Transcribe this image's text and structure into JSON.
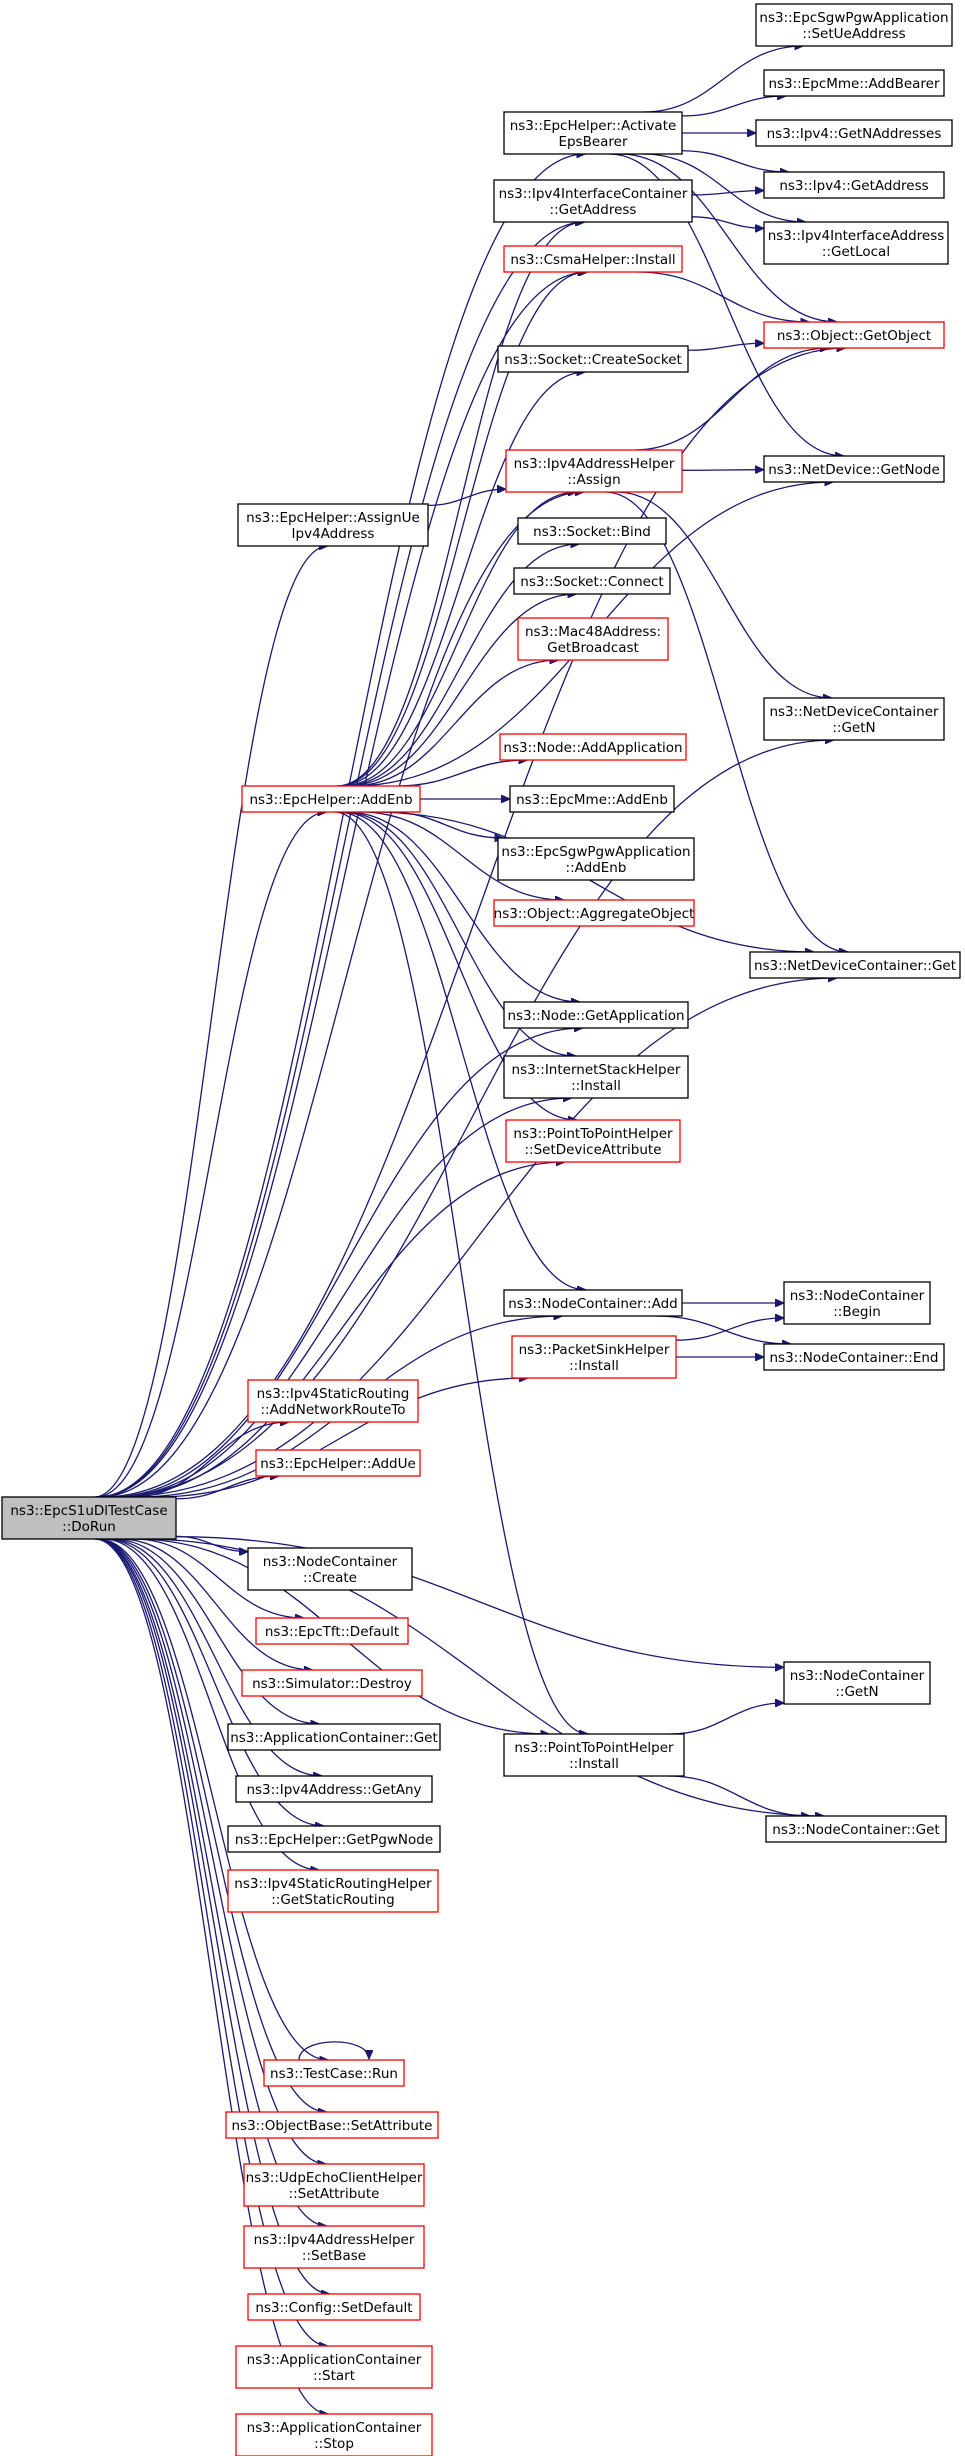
{
  "colors": {
    "edge": "#191970",
    "box_border_normal": "#000000",
    "box_border_red": "#ff0000",
    "root_fill": "#bfbfbf",
    "box_fill": "#ffffff"
  },
  "nodes": [
    {
      "id": "root",
      "lines": [
        "ns3::EpcS1uDlTestCase",
        "::DoRun"
      ],
      "style": "root"
    },
    {
      "id": "activate",
      "lines": [
        "ns3::EpcHelper::Activate",
        "EpsBearer"
      ],
      "style": "normal"
    },
    {
      "id": "setue",
      "lines": [
        "ns3::EpcSgwPgwApplication",
        "::SetUeAddress"
      ],
      "style": "normal"
    },
    {
      "id": "addbearer",
      "lines": [
        "ns3::EpcMme::AddBearer"
      ],
      "style": "normal"
    },
    {
      "id": "getnaddr",
      "lines": [
        "ns3::Ipv4::GetNAddresses"
      ],
      "style": "normal"
    },
    {
      "id": "ipv4getaddr",
      "lines": [
        "ns3::Ipv4::GetAddress"
      ],
      "style": "normal"
    },
    {
      "id": "ifcgetaddr",
      "lines": [
        "ns3::Ipv4InterfaceContainer",
        "::GetAddress"
      ],
      "style": "normal"
    },
    {
      "id": "getlocal",
      "lines": [
        "ns3::Ipv4InterfaceAddress",
        "::GetLocal"
      ],
      "style": "normal"
    },
    {
      "id": "csma",
      "lines": [
        "ns3::CsmaHelper::Install"
      ],
      "style": "red"
    },
    {
      "id": "getobject",
      "lines": [
        "ns3::Object::GetObject"
      ],
      "style": "red"
    },
    {
      "id": "createsocket",
      "lines": [
        "ns3::Socket::CreateSocket"
      ],
      "style": "normal"
    },
    {
      "id": "assign",
      "lines": [
        "ns3::Ipv4AddressHelper",
        "::Assign"
      ],
      "style": "red"
    },
    {
      "id": "getnode",
      "lines": [
        "ns3::NetDevice::GetNode"
      ],
      "style": "normal"
    },
    {
      "id": "assignue",
      "lines": [
        "ns3::EpcHelper::AssignUe",
        "Ipv4Address"
      ],
      "style": "normal"
    },
    {
      "id": "bind",
      "lines": [
        "ns3::Socket::Bind"
      ],
      "style": "normal"
    },
    {
      "id": "connect",
      "lines": [
        "ns3::Socket::Connect"
      ],
      "style": "normal"
    },
    {
      "id": "broadcast",
      "lines": [
        "ns3::Mac48Address:",
        "GetBroadcast"
      ],
      "style": "red"
    },
    {
      "id": "ndcgetn",
      "lines": [
        "ns3::NetDeviceContainer",
        "::GetN"
      ],
      "style": "normal"
    },
    {
      "id": "addapp",
      "lines": [
        "ns3::Node::AddApplication"
      ],
      "style": "red"
    },
    {
      "id": "addenb",
      "lines": [
        "ns3::EpcHelper::AddEnb"
      ],
      "style": "red"
    },
    {
      "id": "mmeaddenb",
      "lines": [
        "ns3::EpcMme::AddEnb"
      ],
      "style": "normal"
    },
    {
      "id": "sgwaddenb",
      "lines": [
        "ns3::EpcSgwPgwApplication",
        "::AddEnb"
      ],
      "style": "normal"
    },
    {
      "id": "aggregate",
      "lines": [
        "ns3::Object::AggregateObject"
      ],
      "style": "red"
    },
    {
      "id": "ndcget",
      "lines": [
        "ns3::NetDeviceContainer::Get"
      ],
      "style": "normal"
    },
    {
      "id": "getapp",
      "lines": [
        "ns3::Node::GetApplication"
      ],
      "style": "normal"
    },
    {
      "id": "stack",
      "lines": [
        "ns3::InternetStackHelper",
        "::Install"
      ],
      "style": "normal"
    },
    {
      "id": "p2pattr",
      "lines": [
        "ns3::PointToPointHelper",
        "::SetDeviceAttribute"
      ],
      "style": "red"
    },
    {
      "id": "ncadd",
      "lines": [
        "ns3::NodeContainer::Add"
      ],
      "style": "normal"
    },
    {
      "id": "ncbegin",
      "lines": [
        "ns3::NodeContainer",
        "::Begin"
      ],
      "style": "normal"
    },
    {
      "id": "sink",
      "lines": [
        "ns3::PacketSinkHelper",
        "::Install"
      ],
      "style": "red"
    },
    {
      "id": "ncend",
      "lines": [
        "ns3::NodeContainer::End"
      ],
      "style": "normal"
    },
    {
      "id": "addnet",
      "lines": [
        "ns3::Ipv4StaticRouting",
        "::AddNetworkRouteTo"
      ],
      "style": "red"
    },
    {
      "id": "addue",
      "lines": [
        "ns3::EpcHelper::AddUe"
      ],
      "style": "red"
    },
    {
      "id": "nccreate",
      "lines": [
        "ns3::NodeContainer",
        "::Create"
      ],
      "style": "normal"
    },
    {
      "id": "tftdefault",
      "lines": [
        "ns3::EpcTft::Default"
      ],
      "style": "red"
    },
    {
      "id": "destroy",
      "lines": [
        "ns3::Simulator::Destroy"
      ],
      "style": "red"
    },
    {
      "id": "ncgetn",
      "lines": [
        "ns3::NodeContainer",
        "::GetN"
      ],
      "style": "normal"
    },
    {
      "id": "acget",
      "lines": [
        "ns3::ApplicationContainer::Get"
      ],
      "style": "normal"
    },
    {
      "id": "p2pinstall",
      "lines": [
        "ns3::PointToPointHelper",
        "::Install"
      ],
      "style": "normal"
    },
    {
      "id": "getany",
      "lines": [
        "ns3::Ipv4Address::GetAny"
      ],
      "style": "normal"
    },
    {
      "id": "pgwnode",
      "lines": [
        "ns3::EpcHelper::GetPgwNode"
      ],
      "style": "normal"
    },
    {
      "id": "ncget",
      "lines": [
        "ns3::NodeContainer::Get"
      ],
      "style": "normal"
    },
    {
      "id": "staticrouting",
      "lines": [
        "ns3::Ipv4StaticRoutingHelper",
        "::GetStaticRouting"
      ],
      "style": "red"
    },
    {
      "id": "run",
      "lines": [
        "ns3::TestCase::Run"
      ],
      "style": "red"
    },
    {
      "id": "setattr",
      "lines": [
        "ns3::ObjectBase::SetAttribute"
      ],
      "style": "red"
    },
    {
      "id": "udpattr",
      "lines": [
        "ns3::UdpEchoClientHelper",
        "::SetAttribute"
      ],
      "style": "red"
    },
    {
      "id": "setbase",
      "lines": [
        "ns3::Ipv4AddressHelper",
        "::SetBase"
      ],
      "style": "red"
    },
    {
      "id": "setdefault",
      "lines": [
        "ns3::Config::SetDefault"
      ],
      "style": "red"
    },
    {
      "id": "acstart",
      "lines": [
        "ns3::ApplicationContainer",
        "::Start"
      ],
      "style": "red"
    },
    {
      "id": "acstop",
      "lines": [
        "ns3::ApplicationContainer",
        "::Stop"
      ],
      "style": "red"
    }
  ],
  "edges": [
    [
      "root",
      "activate"
    ],
    [
      "root",
      "ifcgetaddr"
    ],
    [
      "root",
      "csma"
    ],
    [
      "root",
      "getobject"
    ],
    [
      "root",
      "assignue"
    ],
    [
      "root",
      "assign"
    ],
    [
      "root",
      "addenb"
    ],
    [
      "root",
      "getapp"
    ],
    [
      "root",
      "stack"
    ],
    [
      "root",
      "p2pattr"
    ],
    [
      "root",
      "ndcgetn"
    ],
    [
      "root",
      "ndcget"
    ],
    [
      "root",
      "ncadd"
    ],
    [
      "root",
      "sink"
    ],
    [
      "root",
      "addnet"
    ],
    [
      "root",
      "addue"
    ],
    [
      "root",
      "nccreate"
    ],
    [
      "root",
      "tftdefault"
    ],
    [
      "root",
      "destroy"
    ],
    [
      "root",
      "ncgetn"
    ],
    [
      "root",
      "acget"
    ],
    [
      "root",
      "getany"
    ],
    [
      "root",
      "pgwnode"
    ],
    [
      "root",
      "staticrouting"
    ],
    [
      "root",
      "p2pinstall"
    ],
    [
      "root",
      "ncget"
    ],
    [
      "root",
      "run"
    ],
    [
      "root",
      "setattr"
    ],
    [
      "root",
      "udpattr"
    ],
    [
      "root",
      "setbase"
    ],
    [
      "root",
      "setdefault"
    ],
    [
      "root",
      "acstart"
    ],
    [
      "root",
      "acstop"
    ],
    [
      "activate",
      "setue"
    ],
    [
      "activate",
      "addbearer"
    ],
    [
      "activate",
      "getnaddr"
    ],
    [
      "activate",
      "ipv4getaddr"
    ],
    [
      "activate",
      "getlocal"
    ],
    [
      "activate",
      "getobject"
    ],
    [
      "activate",
      "getnode"
    ],
    [
      "ifcgetaddr",
      "ipv4getaddr"
    ],
    [
      "ifcgetaddr",
      "getlocal"
    ],
    [
      "csma",
      "getobject"
    ],
    [
      "createsocket",
      "getobject"
    ],
    [
      "assign",
      "getobject"
    ],
    [
      "assign",
      "getnode"
    ],
    [
      "assign",
      "ndcgetn"
    ],
    [
      "assign",
      "ndcget"
    ],
    [
      "assignue",
      "assign"
    ],
    [
      "addenb",
      "ifcgetaddr"
    ],
    [
      "addenb",
      "csma"
    ],
    [
      "addenb",
      "createsocket"
    ],
    [
      "addenb",
      "assign"
    ],
    [
      "addenb",
      "bind"
    ],
    [
      "addenb",
      "connect"
    ],
    [
      "addenb",
      "broadcast"
    ],
    [
      "addenb",
      "getnode"
    ],
    [
      "addenb",
      "addapp"
    ],
    [
      "addenb",
      "mmeaddenb"
    ],
    [
      "addenb",
      "sgwaddenb"
    ],
    [
      "addenb",
      "aggregate"
    ],
    [
      "addenb",
      "ndcget"
    ],
    [
      "addenb",
      "getapp"
    ],
    [
      "addenb",
      "stack"
    ],
    [
      "addenb",
      "p2pattr"
    ],
    [
      "addenb",
      "ncadd"
    ],
    [
      "addenb",
      "p2pinstall"
    ],
    [
      "ncadd",
      "ncbegin"
    ],
    [
      "ncadd",
      "ncend"
    ],
    [
      "sink",
      "ncbegin"
    ],
    [
      "sink",
      "ncend"
    ],
    [
      "p2pinstall",
      "ncgetn"
    ],
    [
      "p2pinstall",
      "ncget"
    ],
    [
      "run",
      "run"
    ]
  ]
}
